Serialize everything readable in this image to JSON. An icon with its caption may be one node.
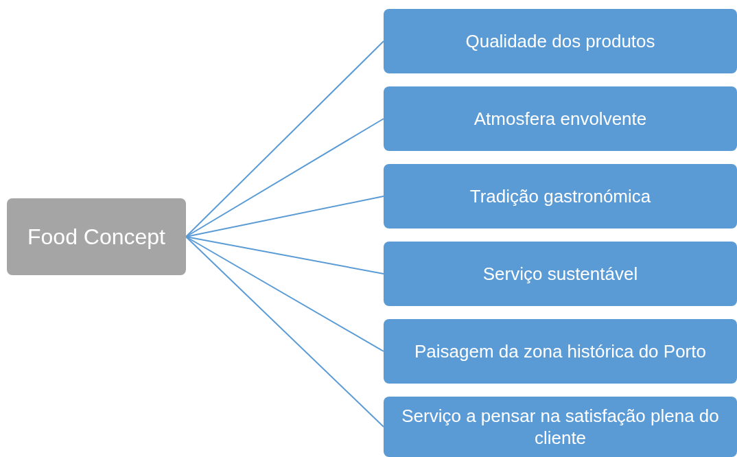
{
  "diagram": {
    "nodes": [
      {
        "text": [
          "Food Concept"
        ]
      },
      {
        "text": [
          "Qualidade dos produtos"
        ]
      },
      {
        "text": [
          "Atmosfera envolvente"
        ]
      },
      {
        "text": [
          "Tradição gastronómica"
        ]
      },
      {
        "text": [
          "Serviço sustentável"
        ]
      },
      {
        "text": [
          "Paisagem da zona histórica do Porto"
        ]
      },
      {
        "text": [
          "Serviço a pensar na satisfação plena do cliente"
        ]
      }
    ],
    "edges": [
      {
        "from": 0,
        "to": 1,
        "arrow": "none"
      },
      {
        "from": 0,
        "to": 2,
        "arrow": "none"
      },
      {
        "from": 0,
        "to": 3,
        "arrow": "none"
      },
      {
        "from": 0,
        "to": 4,
        "arrow": "none"
      },
      {
        "from": 0,
        "to": 5,
        "arrow": "none"
      },
      {
        "from": 0,
        "to": 6,
        "arrow": "none"
      }
    ]
  }
}
